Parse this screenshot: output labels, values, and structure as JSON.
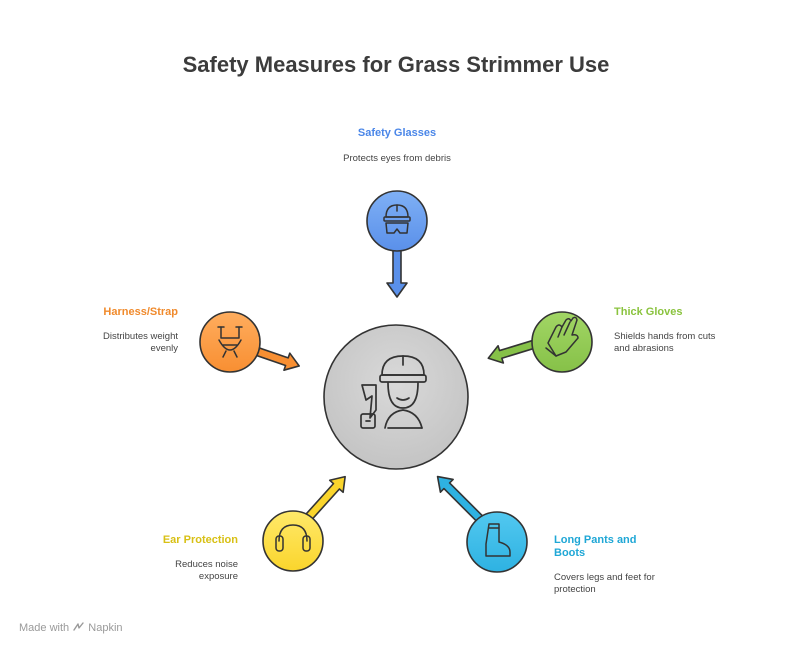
{
  "title": "Safety Measures for Grass Strimmer Use",
  "center": {
    "icon": "worker-with-strimmer-icon"
  },
  "items": [
    {
      "label": "Safety Glasses",
      "desc": "Protects eyes from debris",
      "icon": "safety-helmet-glasses-icon",
      "color": "#4a86e8"
    },
    {
      "label": "Thick Gloves",
      "desc": "Shields hands from cuts and abrasions",
      "icon": "glove-icon",
      "color": "#8ac33e"
    },
    {
      "label": "Long Pants and Boots",
      "desc": "Covers legs and feet for protection",
      "icon": "boot-icon",
      "color": "#1fa7d6"
    },
    {
      "label": "Ear Protection",
      "desc": "Reduces noise exposure",
      "icon": "earmuffs-icon",
      "color": "#d8c015"
    },
    {
      "label": "Harness/Strap",
      "desc": "Distributes weight evenly",
      "icon": "harness-icon",
      "color": "#f08a2c"
    }
  ],
  "footer": {
    "made_with": "Made with",
    "brand": "Napkin"
  }
}
